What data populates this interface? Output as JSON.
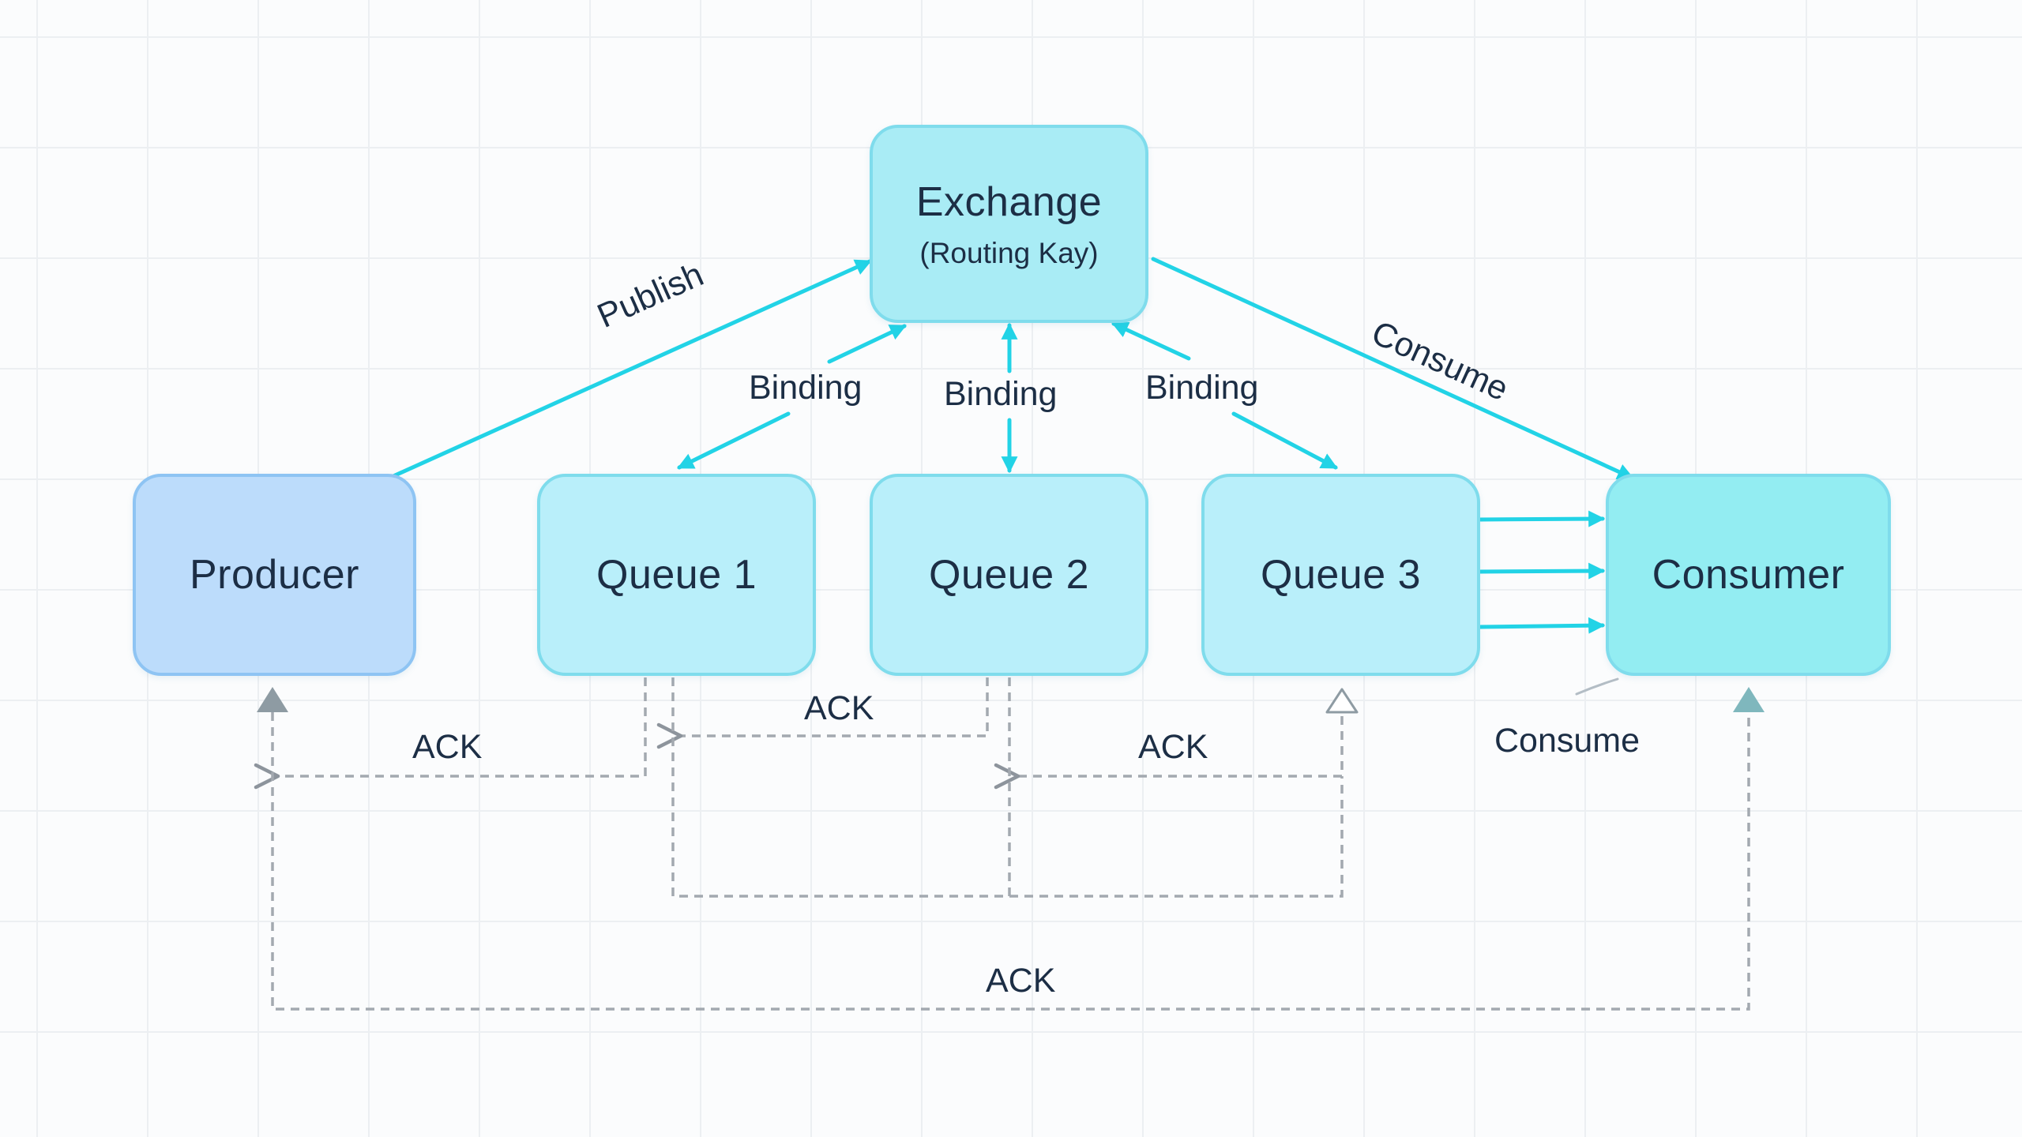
{
  "nodes": {
    "exchange": {
      "title": "Exchange",
      "subtitle": "(Routing Kay)"
    },
    "producer": {
      "title": "Producer"
    },
    "queue1": {
      "title": "Queue 1"
    },
    "queue2": {
      "title": "Queue 2"
    },
    "queue3": {
      "title": "Queue 3"
    },
    "consumer": {
      "title": "Consumer"
    }
  },
  "edges": {
    "publish": "Publish",
    "binding_left": "Binding",
    "binding_center": "Binding",
    "binding_right": "Binding",
    "consume_top": "Consume",
    "consume_bottom": "Consume",
    "ack_producer": "ACK",
    "ack_queue1": "ACK",
    "ack_queue2": "ACK",
    "ack_bottom": "ACK"
  },
  "colors": {
    "flow_arrow": "#22d3e6",
    "ack_line": "#a3a9b0",
    "producer_fill": "#bcdcfb",
    "producer_border": "#8ec4f3",
    "queue_fill": "#b9effa",
    "exchange_fill": "#a9ecf5",
    "consumer_fill": "#93edf2",
    "node_border": "#7fdcec"
  }
}
